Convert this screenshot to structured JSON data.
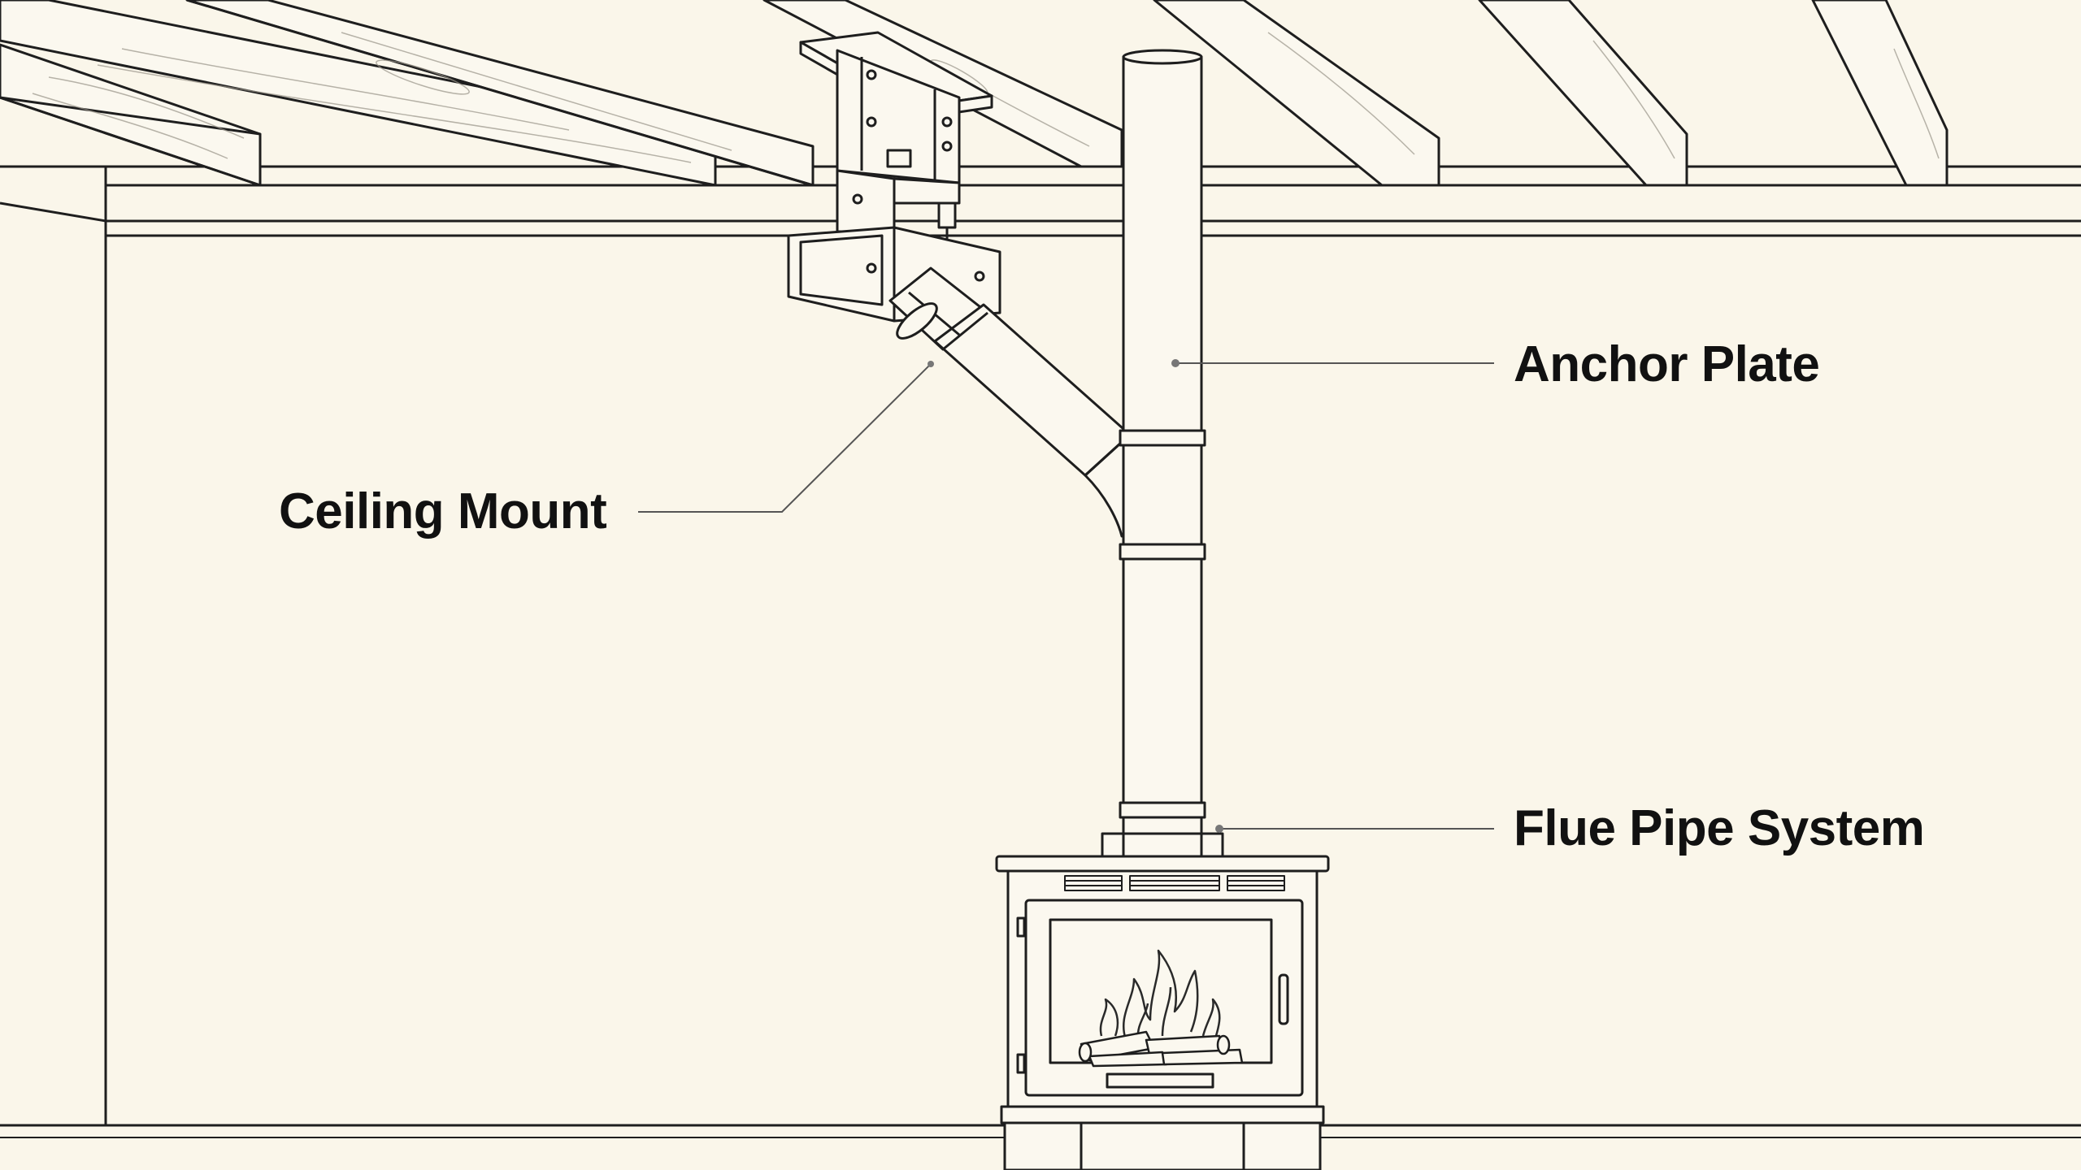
{
  "diagram": {
    "labels": {
      "anchor_plate": "Anchor Plate",
      "ceiling_mount": "Ceiling Mount",
      "flue_pipe_system": "Flue Pipe System"
    },
    "colors": {
      "background": "#faf6ea",
      "line": "#1e1e1e",
      "wood_grain": "#9a958a",
      "flame": "#2a2a2a",
      "leader": "#555555"
    }
  }
}
